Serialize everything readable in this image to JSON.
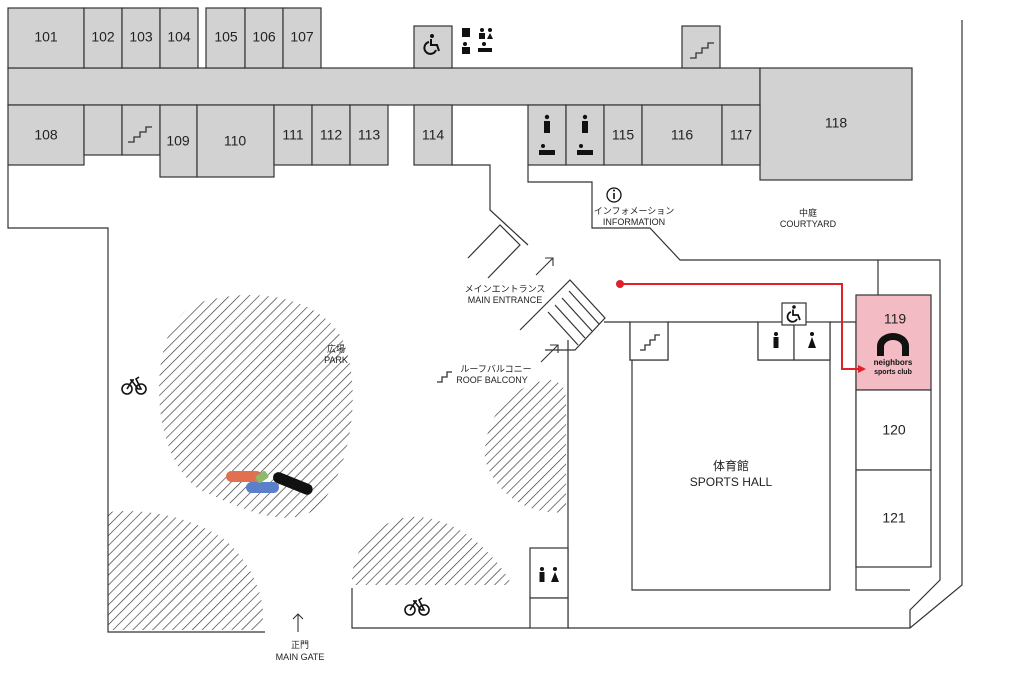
{
  "map": {
    "rooms": {
      "r101": "101",
      "r102": "102",
      "r103": "103",
      "r104": "104",
      "r105": "105",
      "r106": "106",
      "r107": "107",
      "r108": "108",
      "r109": "109",
      "r110": "110",
      "r111": "111",
      "r112": "112",
      "r113": "113",
      "r114": "114",
      "r115": "115",
      "r116": "116",
      "r117": "117",
      "r118": "118",
      "r119": "119",
      "r120": "120",
      "r121": "121"
    },
    "labels": {
      "courtyard_ja": "中庭",
      "courtyard_en": "COURTYARD",
      "information_ja": "インフォメーション",
      "information_en": "INFORMATION",
      "main_entrance_ja": "メインエントランス",
      "main_entrance_en": "MAIN ENTRANCE",
      "roof_balcony_ja": "ルーフバルコニー",
      "roof_balcony_en": "ROOF BALCONY",
      "park_ja": "広場",
      "park_en": "PARK",
      "sports_hall_ja": "体育館",
      "sports_hall_en": "SPORTS HALL",
      "main_gate_ja": "正門",
      "main_gate_en": "MAIN GATE",
      "logo_line1": "neighbors",
      "logo_line2": "sports club"
    },
    "colors": {
      "highlight_room": "#f3bcc4",
      "route": "#e0202a",
      "room_fill": "#d2d2d2"
    },
    "icons": [
      "wheelchair-icon",
      "restroom-icon",
      "information-icon",
      "stairs-icon",
      "bicycle-icon",
      "arrow-icon",
      "route-marker"
    ]
  }
}
